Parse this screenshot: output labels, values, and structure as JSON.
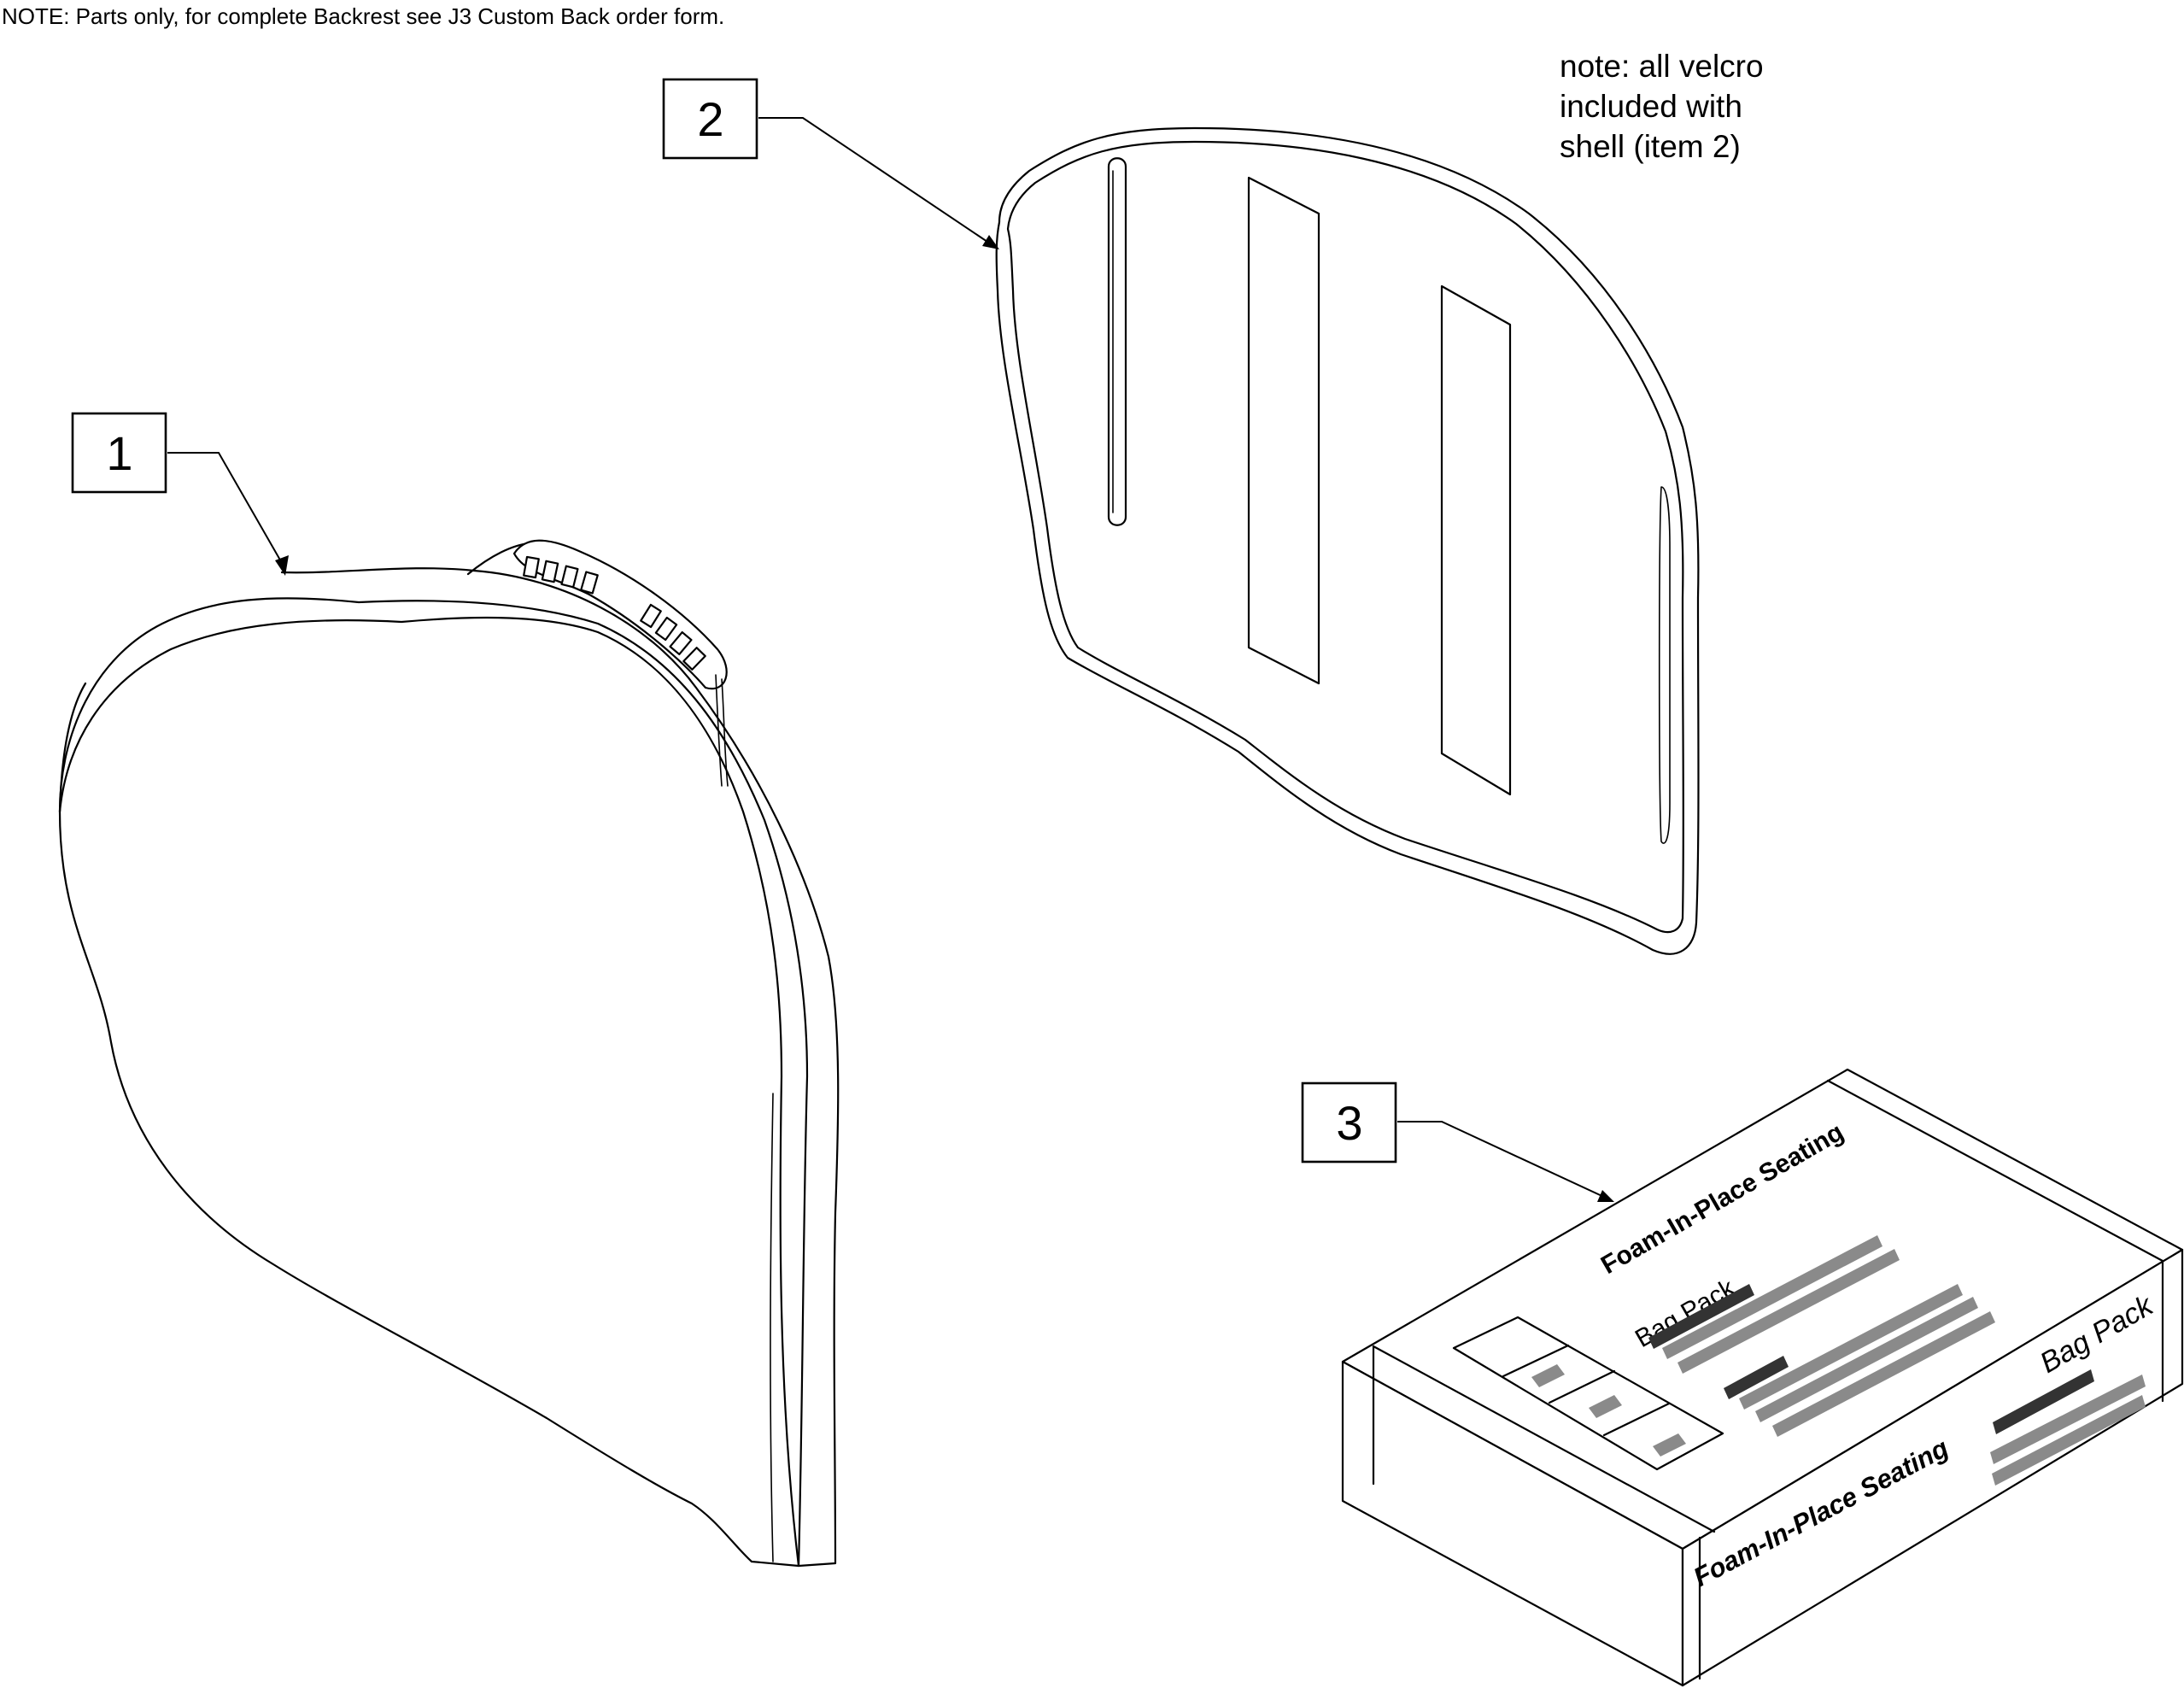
{
  "header": {
    "note": "NOTE: Parts only, for complete Backrest see J3 Custom Back order form."
  },
  "side_note": {
    "lines": [
      "note: all velcro",
      "included with",
      "shell (item 2)"
    ]
  },
  "callouts": [
    {
      "number": "1",
      "part": "backrest-cushion"
    },
    {
      "number": "2",
      "part": "backrest-shell"
    },
    {
      "number": "3",
      "part": "foam-bag-pack-box"
    }
  ],
  "box": {
    "top_title": "Foam-In-Place Seating",
    "top_label": "Bag Pack",
    "front_title": "Foam-In-Place Seating",
    "side_label": "Bag Pack"
  }
}
